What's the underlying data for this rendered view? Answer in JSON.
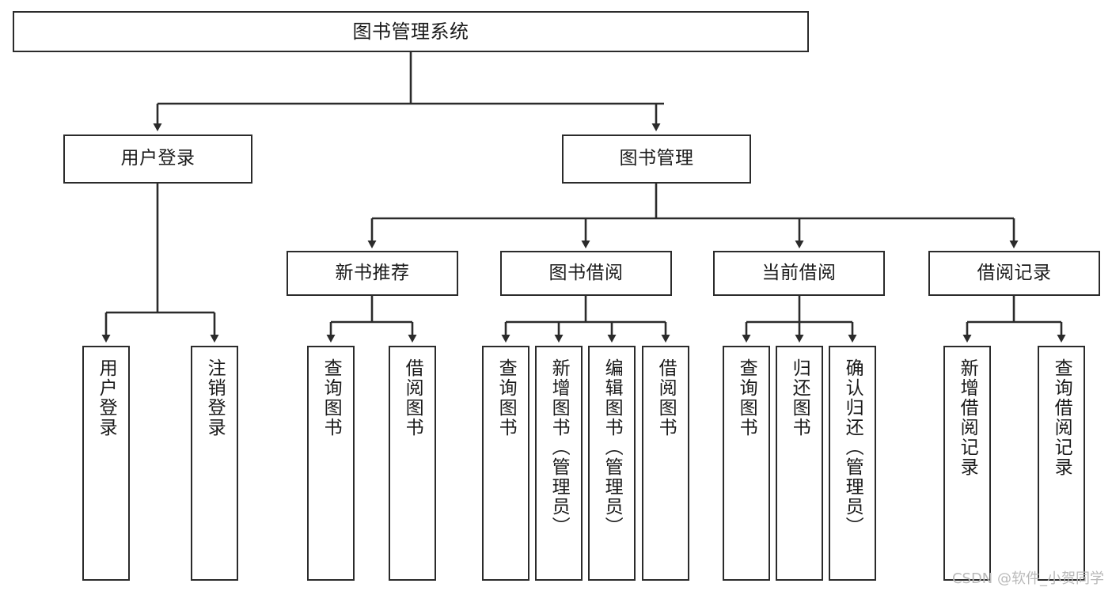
{
  "diagram": {
    "title": "图书管理系统",
    "type": "hierarchy-tree",
    "levels": 4,
    "line_color": "#2b2b2b",
    "box_fill": "#ffffff",
    "text_color": "#1a1a1a"
  },
  "root": {
    "label": "图书管理系统"
  },
  "level2": [
    {
      "label": "用户登录"
    },
    {
      "label": "图书管理"
    }
  ],
  "level3": [
    {
      "label": "新书推荐"
    },
    {
      "label": "图书借阅"
    },
    {
      "label": "当前借阅"
    },
    {
      "label": "借阅记录"
    }
  ],
  "leaves": {
    "user_login": [
      {
        "label": "用户登录"
      },
      {
        "label": "注销登录"
      }
    ],
    "new_book_recommend": [
      {
        "label": "查询图书"
      },
      {
        "label": "借阅图书"
      }
    ],
    "book_borrow": [
      {
        "label": "查询图书"
      },
      {
        "label": "新增图书（管理员）"
      },
      {
        "label": "编辑图书（管理员）"
      },
      {
        "label": "借阅图书"
      }
    ],
    "current_borrow": [
      {
        "label": "查询图书"
      },
      {
        "label": "归还图书"
      },
      {
        "label": "确认归还（管理员）"
      }
    ],
    "borrow_record": [
      {
        "label": "新增借阅记录"
      },
      {
        "label": "查询借阅记录"
      }
    ]
  },
  "watermark": {
    "text": "CSDN @软件_小贺同学"
  }
}
